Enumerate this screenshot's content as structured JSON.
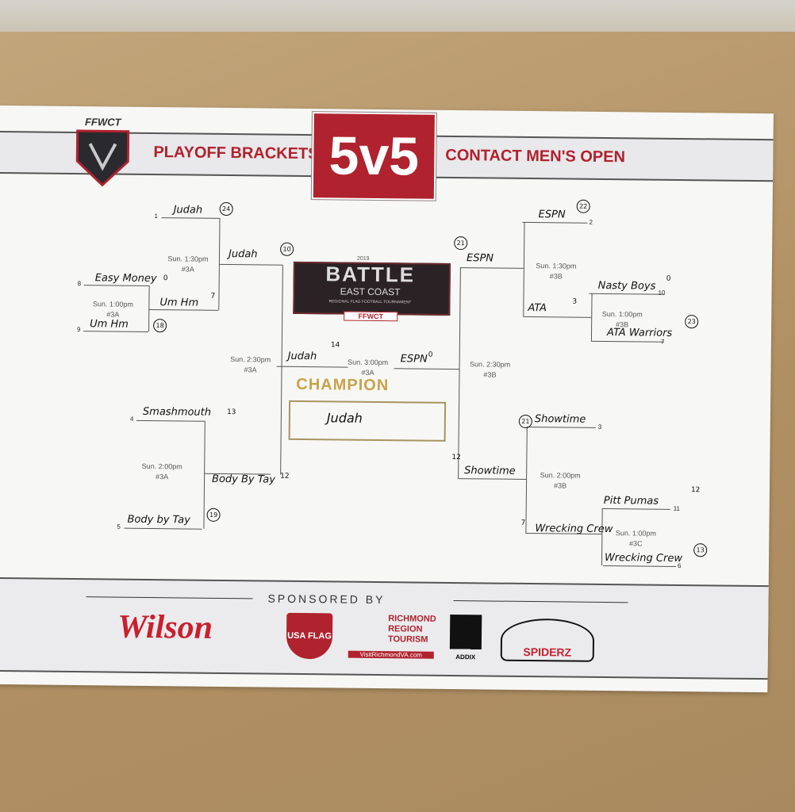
{
  "header": {
    "left_logo": "FFWCT",
    "left_title": "PLAYOFF BRACKETS",
    "center_title": "5v5",
    "right_title": "CONTACT MEN'S OPEN"
  },
  "event_logo": {
    "year": "2019",
    "title": "BATTLE",
    "subtitle": "EAST COAST",
    "tagline": "REGIONAL FLAG FOOTBALL TOURNAMENT",
    "org": "FFWCT"
  },
  "champion": {
    "label": "CHAMPION",
    "name": "Judah"
  },
  "left": {
    "seeds": [
      "1",
      "8",
      "9",
      "4",
      "5"
    ],
    "teams": {
      "s1": "Judah",
      "s8": "Easy Money",
      "s9": "Um Hm",
      "s4": "Smashmouth",
      "s5": "Body by Tay",
      "r2a": "Judah",
      "r2b": "Um Hm",
      "r2c": "Body By Tay",
      "semi": "Judah"
    },
    "scores": {
      "s1": "24",
      "s8": "0",
      "s9": "18",
      "s4": "13",
      "s5": "19",
      "r2a": "10",
      "r2b": "7",
      "r2c": "12",
      "semi": "14"
    },
    "times": [
      {
        "t": "Sun. 1:30pm",
        "f": "#3A"
      },
      {
        "t": "Sun. 1:00pm",
        "f": "#3A"
      },
      {
        "t": "Sun. 2:30pm",
        "f": "#3A"
      },
      {
        "t": "Sun. 2:00pm",
        "f": "#3A"
      }
    ]
  },
  "final": {
    "time": "Sun. 3:00pm",
    "field": "#3A",
    "team": "ESPN",
    "score": "0"
  },
  "right": {
    "seeds": [
      "2",
      "10",
      "7",
      "3",
      "11",
      "6"
    ],
    "teams": {
      "s2": "ESPN",
      "s10": "Nasty Boys",
      "s7": "ATA Warriors",
      "s3": "Showtime",
      "s11": "Pitt Pumas",
      "s6": "Wrecking Crew",
      "r2a": "ESPN",
      "r2b": "ATA",
      "r2c": "Showtime",
      "r2d": "Wrecking Crew"
    },
    "scores": {
      "s2": "22",
      "s10": "0",
      "s7": "23",
      "s3": "21",
      "s11": "12",
      "s6": "13",
      "r2a": "21",
      "r2b": "3",
      "r2c": "12",
      "r2d": "7"
    },
    "times": [
      {
        "t": "Sun. 1:30pm",
        "f": "#3B"
      },
      {
        "t": "Sun. 1:00pm",
        "f": "#3B"
      },
      {
        "t": "Sun. 2:30pm",
        "f": "#3B"
      },
      {
        "t": "Sun. 2:00pm",
        "f": "#3B"
      },
      {
        "t": "Sun. 1:00pm",
        "f": "#3C"
      }
    ]
  },
  "sponsors": {
    "heading": "SPONSORED BY",
    "items": [
      "Wilson",
      "USA FLAG",
      "RICHMOND REGION TOURISM",
      "VisitRichmondVA.com",
      "ADDIX",
      "SPIDERZ"
    ]
  },
  "colors": {
    "brand_red": "#b0222e",
    "gold": "#c9a24a"
  }
}
